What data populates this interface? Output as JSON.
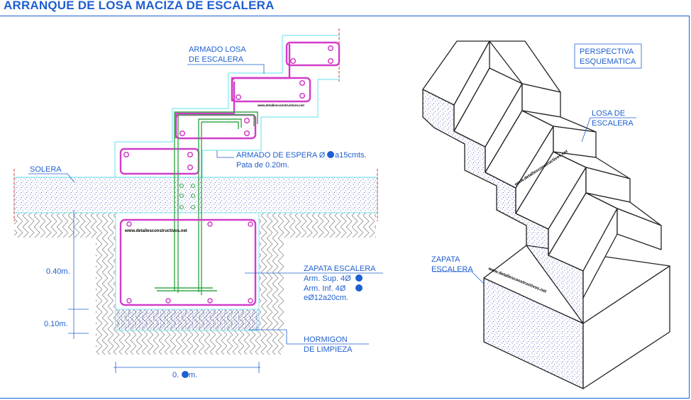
{
  "title": "ARRANQUE DE LOSA MACIZA DE ESCALERA",
  "colors": {
    "accent": "#1f5fd1",
    "rebar": "#d23cc9",
    "outline": "#7ee6f0",
    "green": "#39a84a",
    "concrete_dots": "#2233aa"
  },
  "section": {
    "armado_losa": [
      "ARMADO LOSA",
      "DE ESCALERA"
    ],
    "armado_espera": [
      "ARMADO DE ESPERA Ø",
      "a15cmts.",
      "Pata de 0.20m."
    ],
    "solera": "SOLERA",
    "zapata": [
      "ZAPATA ESCALERA",
      "Arm. Sup. 4Ø",
      "Arm. Inf.   4Ø",
      "eØ12a20cm."
    ],
    "hormigon": [
      "HORMIGON",
      "DE LIMPIEZA"
    ],
    "dim_040": "0.40m.",
    "dim_010": "0.10m.",
    "dim_width": [
      "0.",
      "m."
    ]
  },
  "perspective": {
    "label": [
      "PERSPECTIVA",
      "ESQUEMATICA"
    ],
    "losa": [
      "LOSA DE",
      "ESCALERA"
    ],
    "zapata": [
      "ZAPATA",
      "ESCALERA"
    ]
  },
  "watermark": "www.detallesconstructivos.net"
}
